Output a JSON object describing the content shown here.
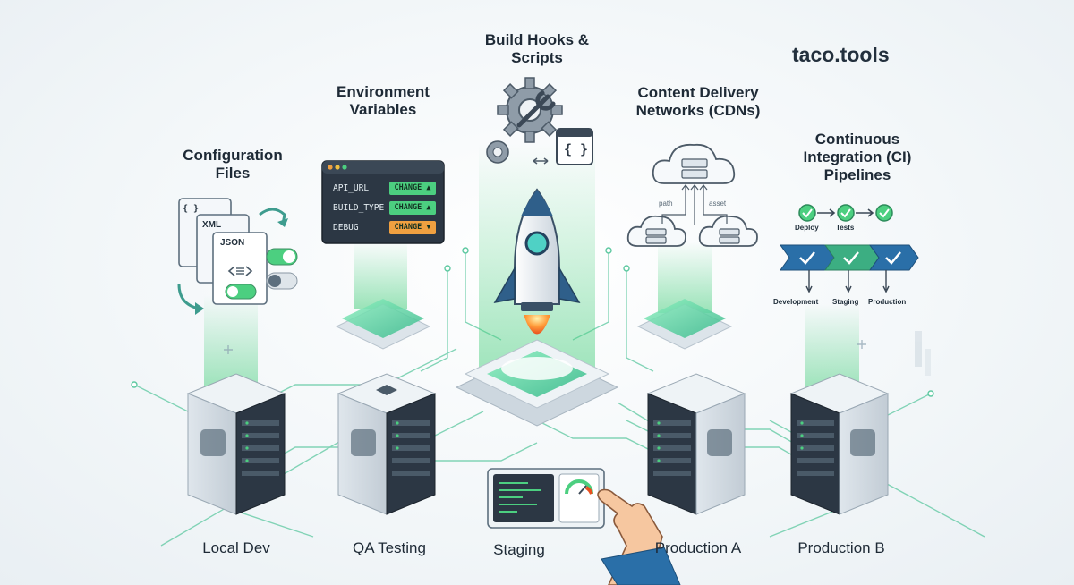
{
  "brand": "taco.tools",
  "sections": {
    "config_files": [
      "Configuration",
      "Files"
    ],
    "env_vars": [
      "Environment",
      "Variables"
    ],
    "build_hooks": [
      "Build Hooks &",
      "Scripts"
    ],
    "cdn": [
      "Content Delivery",
      "Networks (CDNs)"
    ],
    "ci": [
      "Continuous",
      "Integration (CI)",
      "Pipelines"
    ]
  },
  "config_files": {
    "doc_labels": [
      "{ }",
      "XML",
      "JSON"
    ]
  },
  "env_panel": {
    "rows": [
      {
        "key": "API_URL",
        "action": "CHANGE",
        "indicator": "▲",
        "color": "#4ccf80"
      },
      {
        "key": "BUILD_TYPE",
        "action": "CHANGE",
        "indicator": "▲",
        "color": "#4ccf80"
      },
      {
        "key": "DEBUG",
        "action": "CHANGE",
        "indicator": "▼",
        "color": "#f0a040"
      }
    ]
  },
  "build_hooks": {
    "code_badge": "{ }"
  },
  "cdn": {
    "left_tag": "path",
    "right_tag": "asset"
  },
  "ci": {
    "top_labels": [
      "Deploy",
      "Tests"
    ],
    "bottom_labels": [
      "Development",
      "Staging",
      "Production"
    ]
  },
  "tiers": [
    "Local Dev",
    "QA Testing",
    "Staging",
    "Production A",
    "Production B"
  ],
  "colors": {
    "accent_green": "#4ccf80",
    "accent_teal": "#3fbfa8",
    "server_dark": "#2c3744",
    "chevron_blue": "#2a6fa8",
    "chevron_green": "#3cae82"
  }
}
